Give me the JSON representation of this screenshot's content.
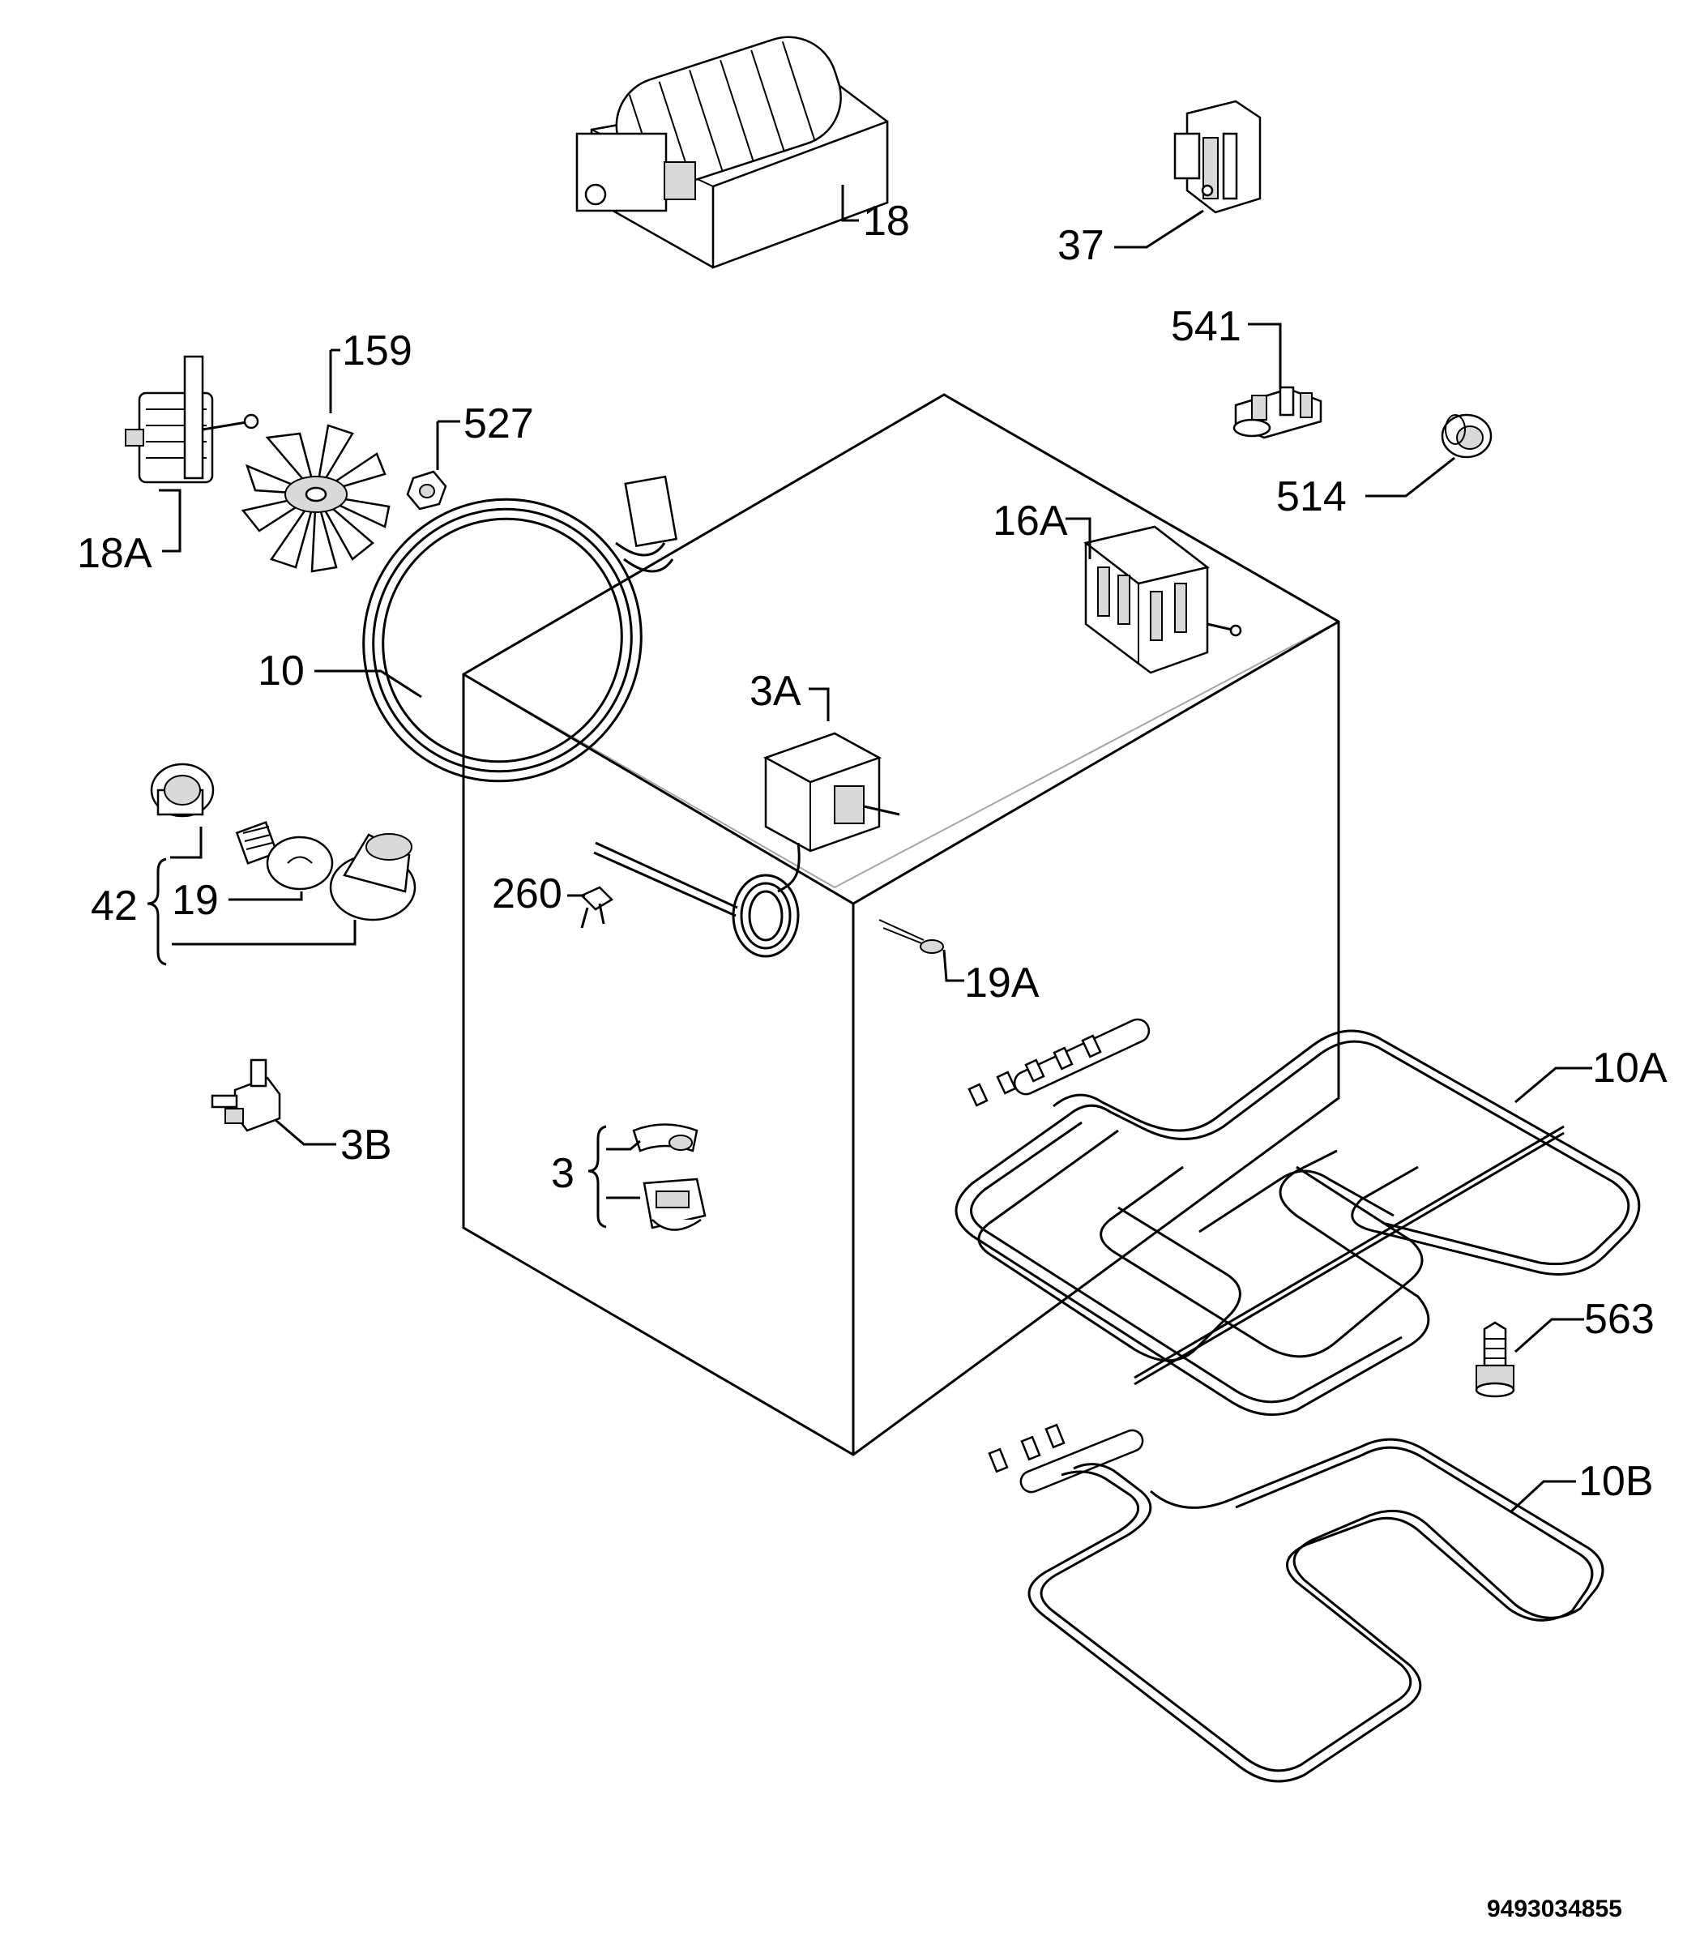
{
  "diagram": {
    "reference_number": "9493034855",
    "parts": [
      {
        "id": "p18",
        "label": "18",
        "icon": "tangential-fan-icon"
      },
      {
        "id": "p37",
        "label": "37",
        "icon": "microswitch-icon"
      },
      {
        "id": "p159",
        "label": "159",
        "icon": "fan-blade-icon"
      },
      {
        "id": "p527",
        "label": "527",
        "icon": "nut-icon"
      },
      {
        "id": "p541",
        "label": "541",
        "icon": "terminal-block-icon"
      },
      {
        "id": "p514",
        "label": "514",
        "icon": "grommet-icon"
      },
      {
        "id": "p18a",
        "label": "18A",
        "icon": "fan-motor-icon"
      },
      {
        "id": "p16a",
        "label": "16A",
        "icon": "selector-switch-icon"
      },
      {
        "id": "p10",
        "label": "10",
        "icon": "circular-heating-element-icon"
      },
      {
        "id": "p3a",
        "label": "3A",
        "icon": "thermostat-icon"
      },
      {
        "id": "p42",
        "label": "42",
        "icon": "lamp-assembly-icon"
      },
      {
        "id": "p19",
        "label": "19",
        "icon": "lamp-bulb-icon"
      },
      {
        "id": "p260",
        "label": "260",
        "icon": "cable-clip-icon"
      },
      {
        "id": "p19a",
        "label": "19A",
        "icon": "indicator-lamp-icon"
      },
      {
        "id": "p10a",
        "label": "10A",
        "icon": "grill-element-icon"
      },
      {
        "id": "p3b",
        "label": "3B",
        "icon": "safety-thermostat-icon"
      },
      {
        "id": "p3",
        "label": "3",
        "icon": "thermostat-clip-icon"
      },
      {
        "id": "p563",
        "label": "563",
        "icon": "screw-icon"
      },
      {
        "id": "p10b",
        "label": "10B",
        "icon": "lower-element-icon"
      }
    ]
  }
}
